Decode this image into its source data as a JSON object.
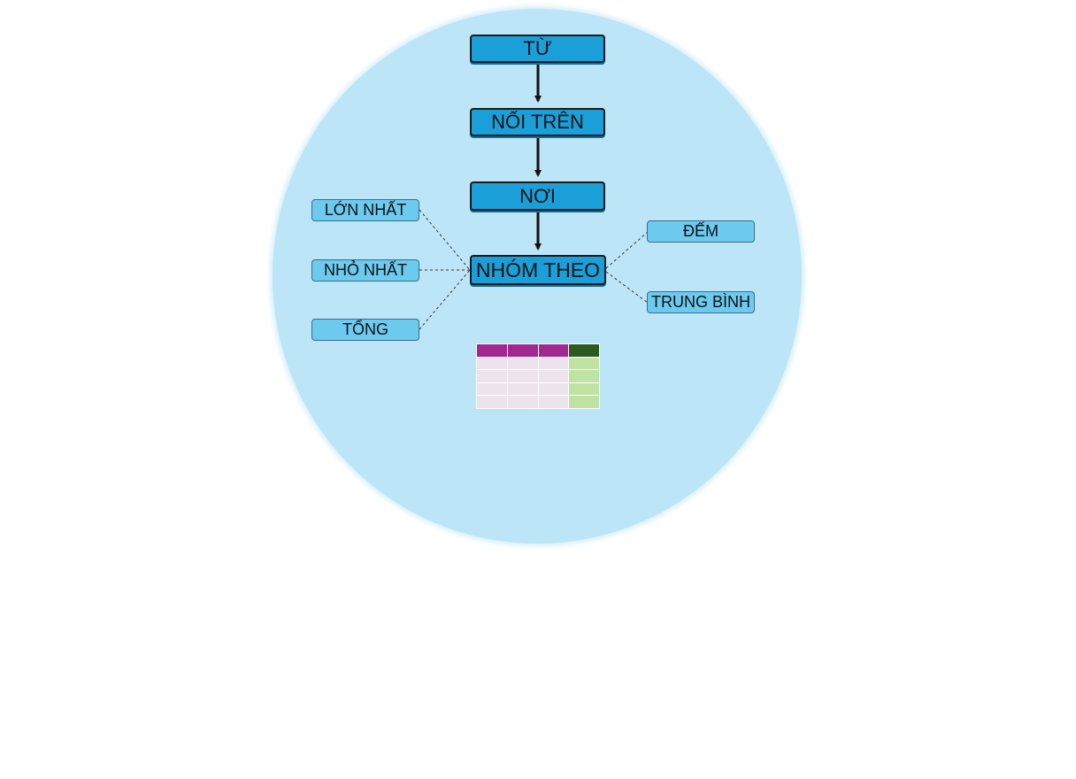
{
  "diagram": {
    "flow": [
      {
        "id": "tu",
        "label": "TỪ"
      },
      {
        "id": "noi-tren",
        "label": "NỐI TRÊN"
      },
      {
        "id": "noi",
        "label": "NƠI"
      },
      {
        "id": "nhom-theo",
        "label": "NHÓM THEO"
      }
    ],
    "aggregates_left": [
      {
        "id": "lon-nhat",
        "label": "LỚN NHẤT"
      },
      {
        "id": "nho-nhat",
        "label": "NHỎ NHẤT"
      },
      {
        "id": "tong",
        "label": "TỔNG"
      }
    ],
    "aggregates_right": [
      {
        "id": "dem",
        "label": "ĐẾM"
      },
      {
        "id": "trung-binh",
        "label": "TRUNG BÌNH"
      }
    ]
  },
  "table_icon": {
    "columns": 4,
    "rows": 5,
    "header_colors": [
      "#a0288f",
      "#a0288f",
      "#a0288f",
      "#2d5a1e"
    ],
    "body_colors": [
      "#ece3ed",
      "#ece3ed",
      "#ece3ed",
      "#bfe3a3"
    ]
  },
  "colors": {
    "circle": "#bce5f7",
    "main_node": "#1b9fd8",
    "side_node": "#6ccaef"
  }
}
